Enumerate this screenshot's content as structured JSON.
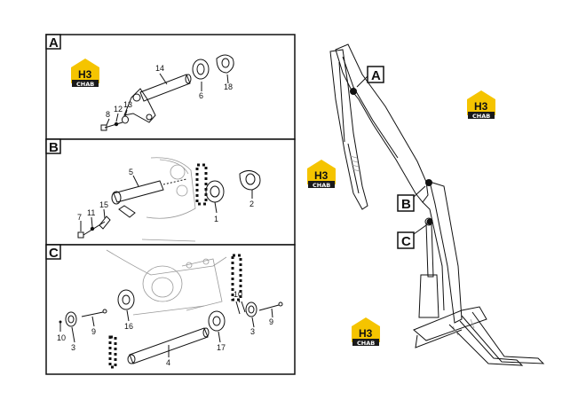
{
  "panels": [
    {
      "letter": "A",
      "labels": [
        "14",
        "6",
        "18",
        "8",
        "12",
        "13"
      ]
    },
    {
      "letter": "B",
      "labels": [
        "5",
        "7",
        "11",
        "15",
        "1",
        "2"
      ]
    },
    {
      "letter": "C",
      "labels": [
        "16",
        "10",
        "3",
        "9",
        "4",
        "17",
        "10",
        "3",
        "9"
      ]
    }
  ],
  "callouts": [
    "A",
    "B",
    "C"
  ],
  "logo": {
    "mark": "H3",
    "text": "CHAB",
    "icon": "house-roof-logo-icon"
  },
  "colors": {
    "logo_yellow": "#f5c400",
    "logo_black": "#1a1a1a",
    "line": "#111111"
  }
}
